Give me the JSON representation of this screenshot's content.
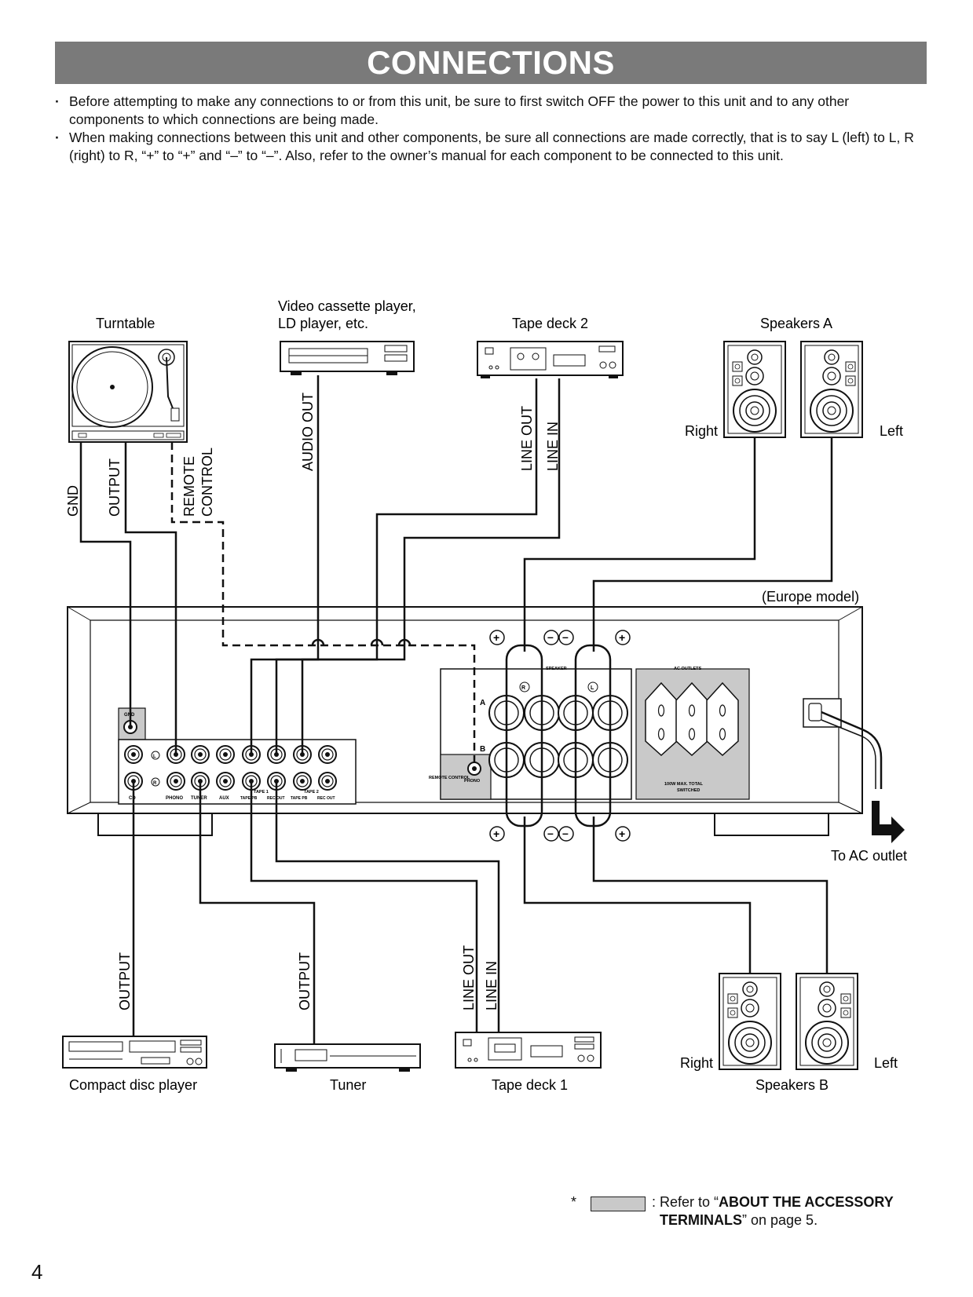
{
  "header": {
    "title": "CONNECTIONS"
  },
  "intro": {
    "bullet1": "Before attempting to make any connections to or from this unit, be sure to first switch OFF the power to this unit and to any other components to which connections are being made.",
    "bullet2": "When making connections between this unit and other components, be sure all connections are made correctly, that is to say L (left) to L, R (right) to R, “+” to “+” and “–” to “–”.  Also, refer to the owner’s manual for each component to be connected to this unit."
  },
  "devices": {
    "turntable": "Turntable",
    "vcr_line1": "Video cassette player,",
    "vcr_line2": "LD player, etc.",
    "tape_deck_2": "Tape deck 2",
    "speakers_a": "Speakers A",
    "speakers_b": "Speakers B",
    "cd_player": "Compact disc player",
    "tuner": "Tuner",
    "tape_deck_1": "Tape deck 1"
  },
  "side_labels": {
    "right": "Right",
    "left": "Left",
    "europe_model": "(Europe model)",
    "to_ac_outlet": "To AC outlet"
  },
  "cable_labels": {
    "gnd": "GND",
    "output": "OUTPUT",
    "remote": "REMOTE",
    "control": "CONTROL",
    "audio_out": "AUDIO OUT",
    "line_out": "LINE OUT",
    "line_in": "LINE IN"
  },
  "panel_labels": {
    "gnd": "GND",
    "cd": "CD",
    "phono": "PHONO",
    "tuner": "TUNER",
    "aux": "AUX",
    "tape_pb": "TAPE PB",
    "rec_out": "REC OUT",
    "tape1": "TAPE 1",
    "tape2": "TAPE 2",
    "l": "L",
    "r": "R",
    "remote_control": "REMOTE CONTROL",
    "speaker": "SPEAKER",
    "ac_outlets": "AC OUTLETS",
    "a": "A",
    "b": "B",
    "ac_note_1": "100W  MAX.  TOTAL",
    "ac_note_2": "SWITCHED",
    "plus": "+",
    "minus": "–"
  },
  "footnote": {
    "star": "*",
    "prefix": ": Refer to “",
    "bold1": "ABOUT THE ACCESSORY",
    "bold2": "TERMINALS",
    "suffix": "” on page 5."
  },
  "page": {
    "number": "4"
  },
  "colors": {
    "title_bar": "#7a7a7a",
    "accessory_gray": "#c9c9c9"
  },
  "icons": [
    "arrow-down-right-icon",
    "ground-terminal-icon"
  ]
}
